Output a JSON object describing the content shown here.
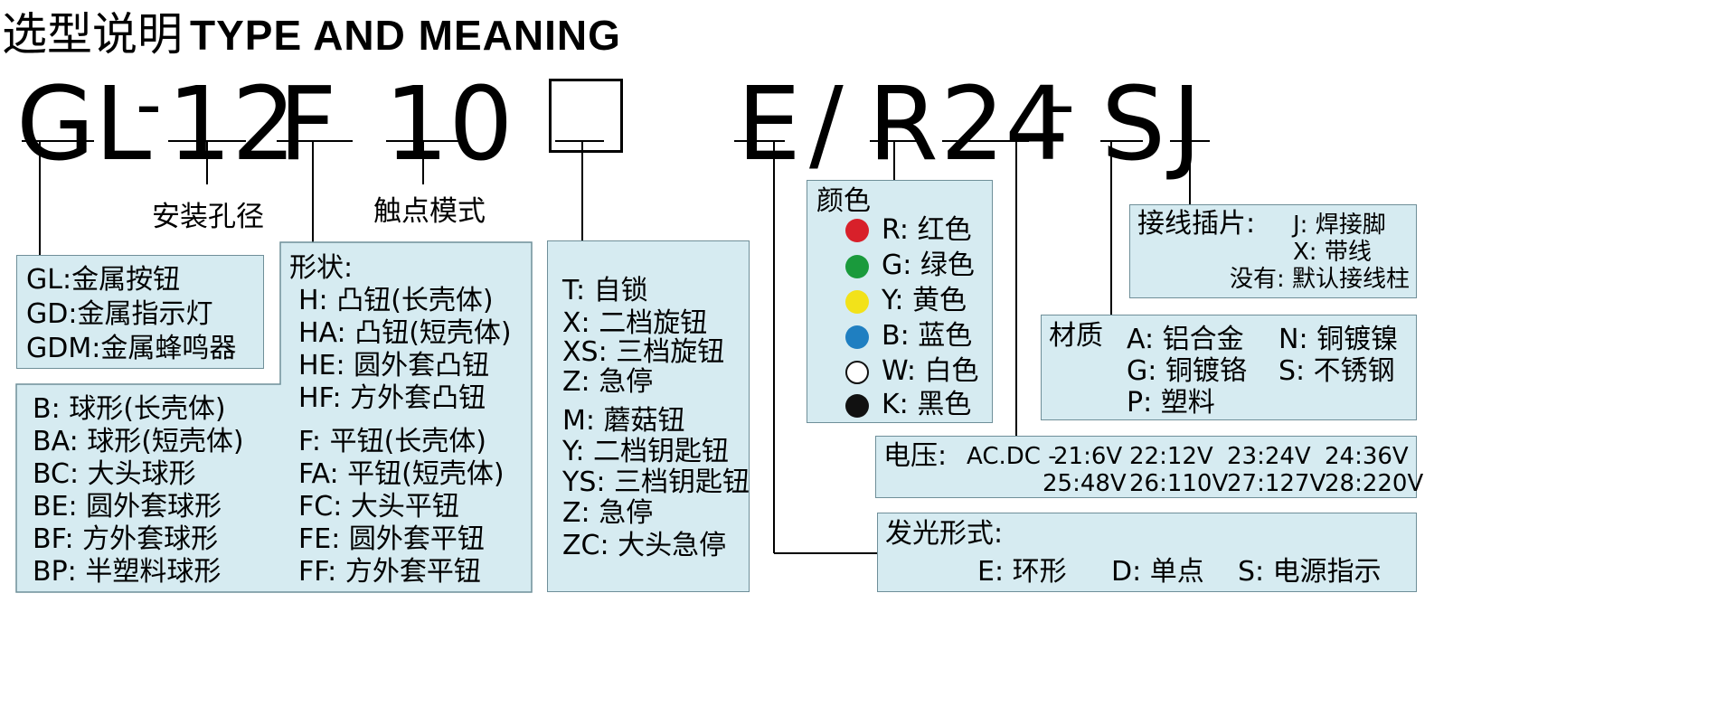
{
  "header": {
    "title_cn": "选型说明",
    "title_en": "TYPE AND MEANING"
  },
  "code": {
    "gl": "GL",
    "dash1": "-",
    "n12": "12",
    "f": "F",
    "n10": "10",
    "e": "E",
    "slash": "/",
    "r": "R",
    "n24": "24",
    "dash2": "-",
    "s": "S",
    "j": "J"
  },
  "captions": {
    "mount_hole": "安装孔径",
    "contact_mode": "触点模式"
  },
  "series_box": {
    "items": [
      "GL:金属按钮",
      "GD:金属指示灯",
      "GDM:金属蜂鸣器"
    ]
  },
  "shape_box": {
    "title": "形状:",
    "col_left": [
      "B: 球形(长壳体)",
      "BA: 球形(短壳体)",
      "BC: 大头球形",
      "BE: 圆外套球形",
      "BF: 方外套球形",
      "BP: 半塑料球形"
    ],
    "col_right_top": [
      "H: 凸钮(长壳体)",
      "HA: 凸钮(短壳体)",
      "HE: 圆外套凸钮",
      "HF: 方外套凸钮"
    ],
    "col_right_bottom": [
      "F: 平钮(长壳体)",
      "FA: 平钮(短壳体)",
      "FC: 大头平钮",
      "FE: 圆外套平钮",
      "FF: 方外套平钮"
    ]
  },
  "function_box": {
    "items": [
      "T: 自锁",
      "X: 二档旋钮",
      "XS: 三档旋钮",
      "Z: 急停",
      "M: 蘑菇钮",
      "Y: 二档钥匙钮",
      "YS: 三档钥匙钮",
      "Z: 急停",
      "ZC: 大头急停"
    ]
  },
  "color_box": {
    "title": "颜色",
    "items": [
      {
        "label": "R: 红色",
        "color": "#d8202a"
      },
      {
        "label": "G: 绿色",
        "color": "#1a9a3c"
      },
      {
        "label": "Y: 黄色",
        "color": "#f2e21a"
      },
      {
        "label": "B: 蓝色",
        "color": "#1f7fc1"
      },
      {
        "label": "W: 白色",
        "color": "#ffffff"
      },
      {
        "label": "K: 黑色",
        "color": "#111111"
      }
    ]
  },
  "terminal_box": {
    "title": "接线插片:",
    "j": "J: 焊接脚",
    "x": "X: 带线",
    "none": "没有: 默认接线柱"
  },
  "material_box": {
    "title": "材质",
    "a": "A: 铝合金",
    "n": "N: 铜镀镍",
    "g": "G: 铜镀铬",
    "s": "S: 不锈钢",
    "p": "P: 塑料"
  },
  "voltage_box": {
    "title": "电压:",
    "prefix": "AC.DC -",
    "row1": [
      "21:6V",
      "22:12V",
      "23:24V",
      "24:36V"
    ],
    "row2": [
      "25:48V",
      "26:110V",
      "27:127V",
      "28:220V"
    ]
  },
  "light_box": {
    "title": "发光形式:",
    "items": [
      "E: 环形",
      "D: 单点",
      "S: 电源指示"
    ]
  }
}
